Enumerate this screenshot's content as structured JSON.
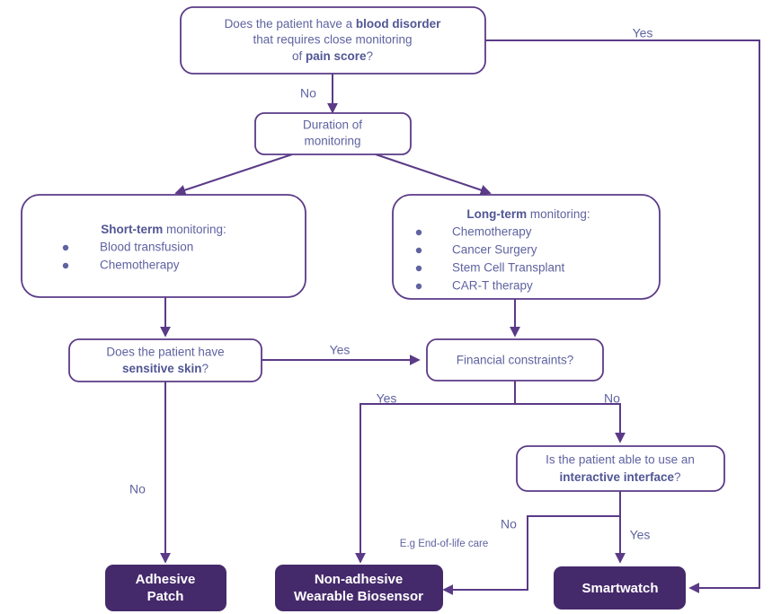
{
  "diagram": {
    "title": "Wearable device selection decision flowchart",
    "colors": {
      "box_border": "#5b3a87",
      "box_fill": "#ffffff",
      "terminal_fill": "#452a6b",
      "terminal_text": "#ffffff",
      "body_text": "#5f63a0",
      "bold_text": "#515694",
      "connector": "#5b3a87"
    },
    "nodes": {
      "q_blood_disorder": {
        "line1_pre": "Does the patient have a ",
        "line1_bold": "blood disorder",
        "line2": "that requires close monitoring",
        "line3_pre": "of ",
        "line3_bold": "pain score",
        "line3_post": "?"
      },
      "duration": {
        "line1": "Duration of",
        "line2": "monitoring"
      },
      "short_term": {
        "heading_bold": "Short-term",
        "heading_rest": " monitoring:",
        "items": [
          "Blood transfusion",
          "Chemotherapy"
        ]
      },
      "long_term": {
        "heading_bold": "Long-term",
        "heading_rest": " monitoring:",
        "items": [
          "Chemotherapy",
          "Cancer Surgery",
          "Stem Cell Transplant",
          "CAR-T therapy"
        ]
      },
      "q_sensitive_skin": {
        "line1": "Does the patient have",
        "line2_bold": "sensitive skin",
        "line2_post": "?"
      },
      "q_financial": {
        "line1": "Financial constraints?"
      },
      "q_interactive": {
        "line1": "Is the patient able to use an",
        "line2_bold": "interactive interface",
        "line2_post": "?"
      },
      "t_adhesive_patch": {
        "line1": "Adhesive",
        "line2": "Patch"
      },
      "t_non_adhesive": {
        "line1": "Non-adhesive",
        "line2": "Wearable Biosensor"
      },
      "t_smartwatch": {
        "line1": "Smartwatch"
      }
    },
    "edge_labels": {
      "blood_disorder_yes": "Yes",
      "blood_disorder_no": "No",
      "sensitive_skin_yes": "Yes",
      "sensitive_skin_no": "No",
      "financial_yes": "Yes",
      "financial_no": "No",
      "interactive_yes": "Yes",
      "interactive_no": "No",
      "interactive_no_note": "E.g End-of-life care"
    }
  }
}
